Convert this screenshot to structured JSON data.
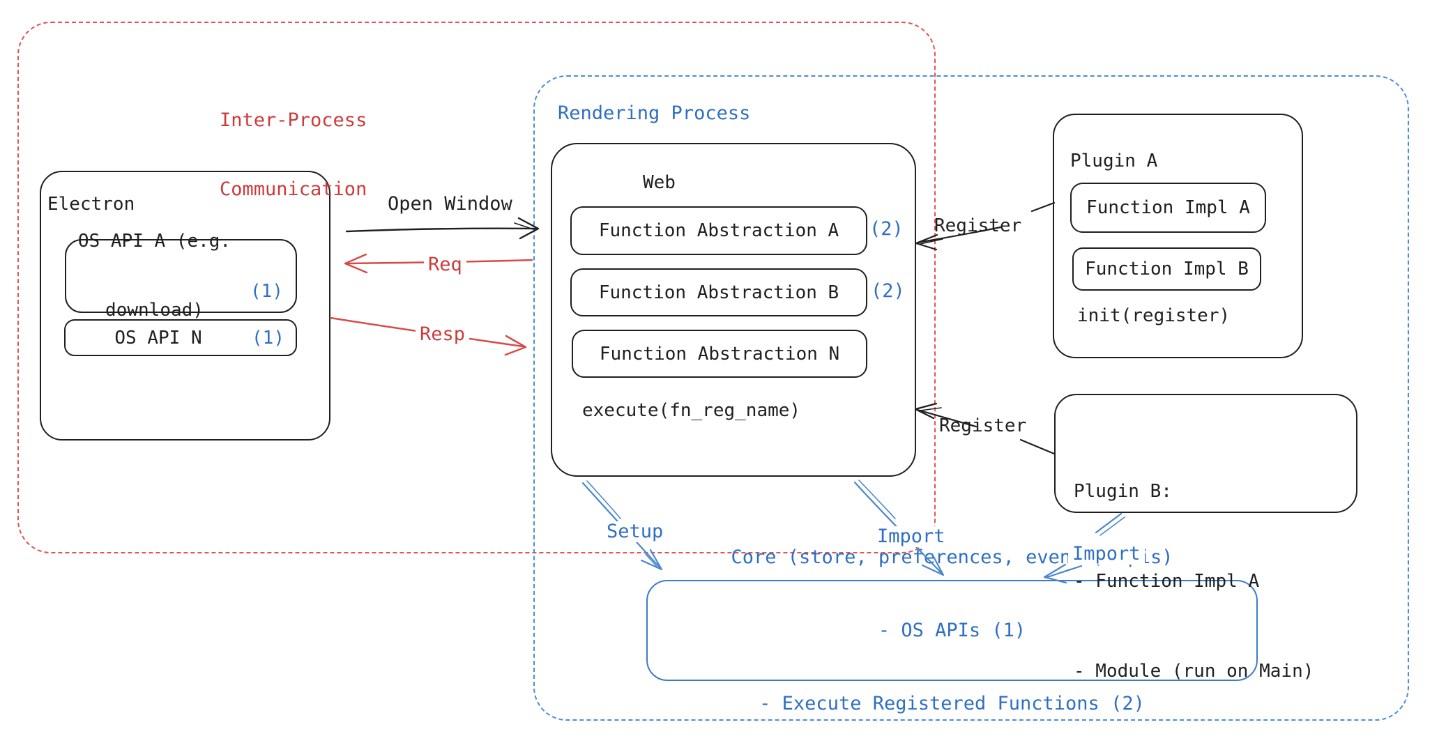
{
  "colors": {
    "red_text": "#cc3b3b",
    "red_border": "#e25454",
    "blue_text": "#2e6fc4",
    "blue_border": "#4b8cdb",
    "black": "#1f1f1f"
  },
  "regions": {
    "ipc": {
      "label_line1": "Inter-Process",
      "label_line2": "Communication"
    },
    "rendering": {
      "label": "Rendering Process"
    }
  },
  "electron": {
    "title": "Electron",
    "apis": [
      {
        "line1": "OS API A (e.g.",
        "line2": "download)",
        "badge": "(1)"
      },
      {
        "line1": "OS API N",
        "badge": "(1)"
      }
    ]
  },
  "web": {
    "title": "Web",
    "abstractions": [
      {
        "label": "Function Abstraction A",
        "badge": "(2)"
      },
      {
        "label": "Function Abstraction B",
        "badge": "(2)"
      },
      {
        "label": "Function Abstraction N"
      }
    ],
    "execute": "execute(fn_reg_name)"
  },
  "plugin_a": {
    "title": "Plugin A",
    "impls": [
      "Function Impl A",
      "Function Impl B"
    ],
    "init": "init(register)"
  },
  "plugin_b": {
    "title": "Plugin B:",
    "items": [
      "- Function Impl A",
      "- Module (run on Main)"
    ]
  },
  "core": {
    "line1": "Core (store, preferences, events, apis)",
    "line2": "- OS APIs (1)",
    "line3": "- Execute Registered Functions (2)"
  },
  "arrows": {
    "open_window": "Open Window",
    "req": "Req",
    "resp": "Resp",
    "register_a": "Register",
    "register_b": "Register",
    "setup": "Setup",
    "import_web": "Import",
    "import_plugin": "Import"
  }
}
